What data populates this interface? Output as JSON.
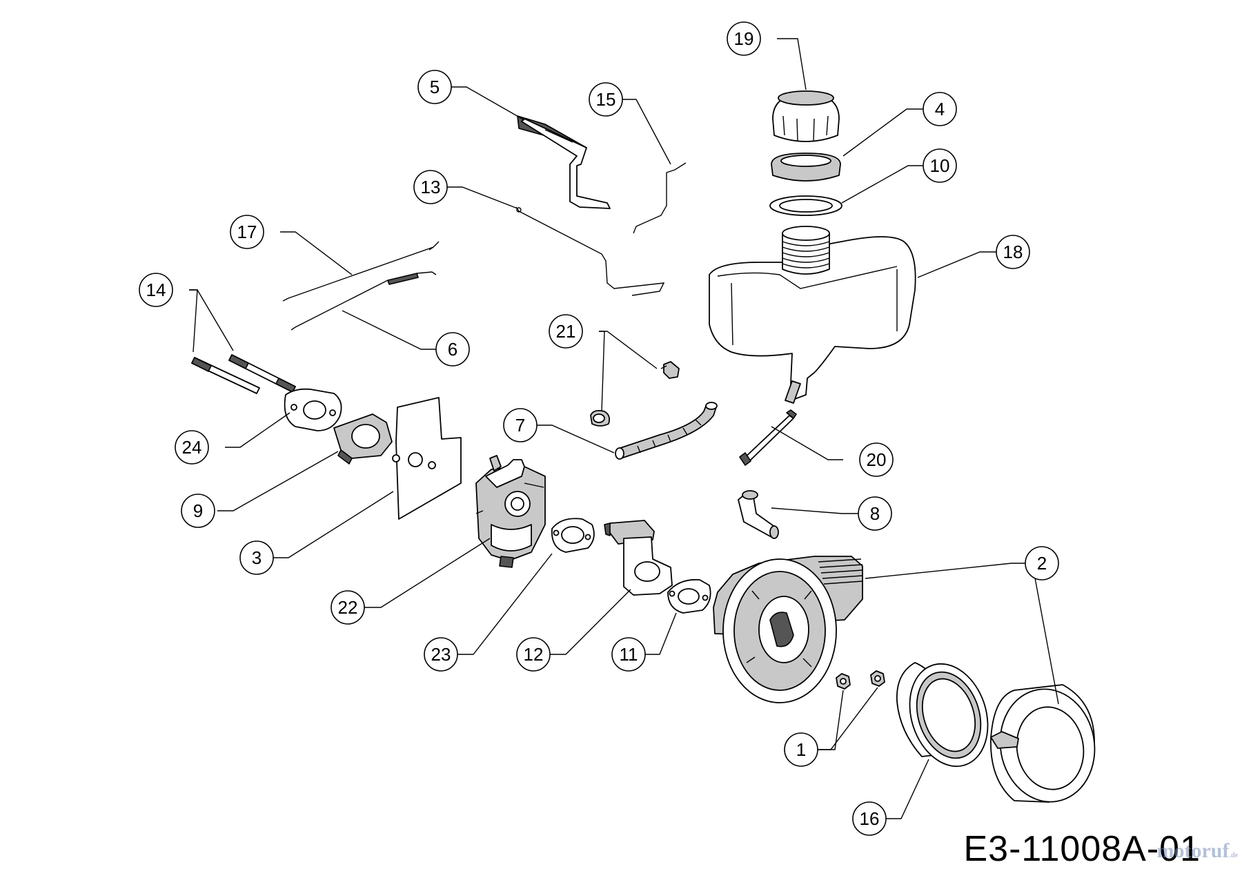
{
  "drawing_code": "E3-11008A-01",
  "watermark": {
    "text": "motoruf",
    "suffix": ".de"
  },
  "callouts": [
    "19",
    "5",
    "15",
    "4",
    "10",
    "13",
    "17",
    "18",
    "14",
    "6",
    "21",
    "7",
    "24",
    "20",
    "9",
    "8",
    "3",
    "2",
    "22",
    "23",
    "12",
    "11",
    "1",
    "16"
  ]
}
